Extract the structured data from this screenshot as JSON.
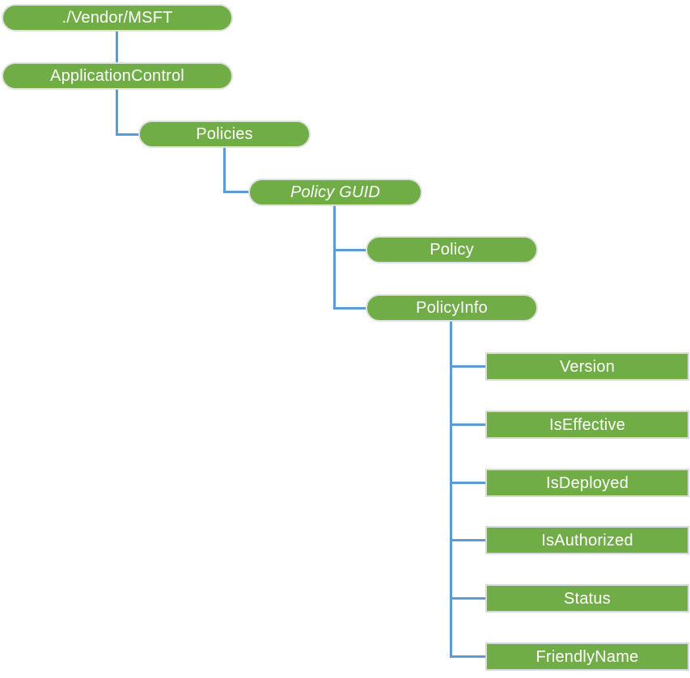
{
  "colors": {
    "node_fill": "#70AD47",
    "node_text": "#FFFFFF",
    "node_border": "#E0E0E0",
    "rect_border": "#D9D9D9",
    "connector": "#5B9BD5"
  },
  "nodes": [
    {
      "label": "./Vendor/MSFT",
      "shape": "pill",
      "italic": false
    },
    {
      "label": "ApplicationControl",
      "shape": "pill",
      "italic": false
    },
    {
      "label": "Policies",
      "shape": "pill",
      "italic": false
    },
    {
      "label": "Policy GUID",
      "shape": "pill",
      "italic": true
    },
    {
      "label": "Policy",
      "shape": "pill",
      "italic": false
    },
    {
      "label": "PolicyInfo",
      "shape": "pill",
      "italic": false
    },
    {
      "label": "Version",
      "shape": "rect",
      "italic": false
    },
    {
      "label": "IsEffective",
      "shape": "rect",
      "italic": false
    },
    {
      "label": "IsDeployed",
      "shape": "rect",
      "italic": false
    },
    {
      "label": "IsAuthorized",
      "shape": "rect",
      "italic": false
    },
    {
      "label": "Status",
      "shape": "rect",
      "italic": false
    },
    {
      "label": "FriendlyName",
      "shape": "rect",
      "italic": false
    }
  ]
}
